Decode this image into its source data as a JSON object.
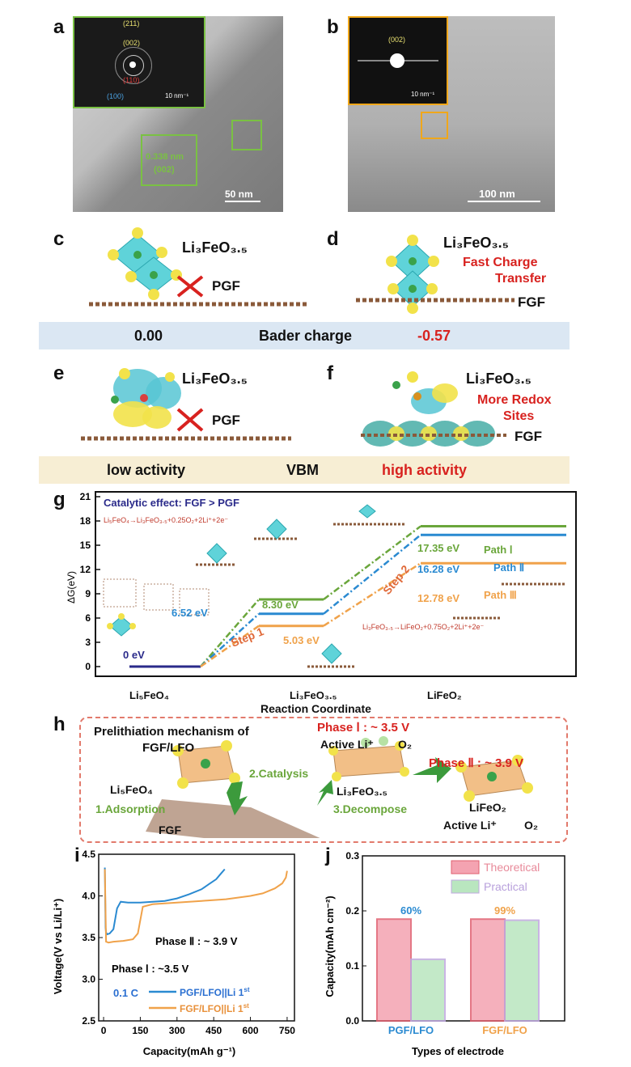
{
  "panels": {
    "a": {
      "label": "a",
      "scale": "50 nm",
      "lattice": "0.338 nm",
      "plane": "(002)",
      "saed": [
        "(211)",
        "(002)",
        "(110)",
        "(100)"
      ],
      "saed_scale": "10 nm⁻¹"
    },
    "b": {
      "label": "b",
      "scale": "100 nm",
      "saed": [
        "(002)"
      ],
      "saed_scale": "10 nm⁻¹"
    },
    "c": {
      "label": "c",
      "formula": "Li₃FeO₃.₅",
      "substrate": "PGF"
    },
    "d": {
      "label": "d",
      "formula": "Li₃FeO₃.₅",
      "note1": "Fast Charge",
      "note2": "Transfer",
      "substrate": "FGF"
    },
    "e": {
      "label": "e",
      "formula": "Li₃FeO₃.₅",
      "substrate": "PGF"
    },
    "f": {
      "label": "f",
      "formula": "Li₃FeO₃.₅",
      "note1": "More Redox",
      "note2": "Sites",
      "substrate": "FGF"
    },
    "g": {
      "label": "g"
    },
    "h": {
      "label": "h"
    },
    "i": {
      "label": "i"
    },
    "j": {
      "label": "j"
    }
  },
  "bader_band": {
    "left": "0.00",
    "center": "Bader charge",
    "right": "-0.57"
  },
  "vbm_band": {
    "left": "low activity",
    "center": "VBM",
    "right": "high activity"
  },
  "mechanism": {
    "title1": "Prelithiation mechanism of",
    "title2": "FGF/LFO",
    "phase1": "Phase Ⅰ : ~ 3.5 V",
    "phase2": "Phase Ⅱ : ~ 3.9 V",
    "active_li": "Active Li⁺",
    "o2": "O₂",
    "li5": "Li₅FeO₄",
    "li3": "Li₃FeO₃.₅",
    "lifeo2": "LiFeO₂",
    "step1": "1.Adsorption",
    "step2": "2.Catalysis",
    "step3": "3.Decompose",
    "fgf": "FGF"
  },
  "chart_data": [
    {
      "type": "line",
      "panel": "g",
      "title": "Catalytic effect: FGF > PGF",
      "xlabel": "Reaction Coordinate",
      "ylabel": "ΔG(eV)",
      "ylim": [
        0,
        21
      ],
      "yticks": [
        0,
        3,
        6,
        9,
        12,
        15,
        18,
        21
      ],
      "categories": [
        "Li₅FeO₄",
        "Li₃FeO₃.₅",
        "LiFeO₂"
      ],
      "series": [
        {
          "name": "Path Ⅰ",
          "color": "#6aa63b",
          "values": [
            0,
            8.3,
            17.35
          ]
        },
        {
          "name": "Path Ⅱ",
          "color": "#2a8ad1",
          "values": [
            0,
            6.52,
            16.28
          ]
        },
        {
          "name": "Path Ⅲ",
          "color": "#f0a24a",
          "values": [
            0,
            5.03,
            12.78
          ]
        }
      ],
      "labels": {
        "zero": "0 eV",
        "p1a": "8.30 eV",
        "p2a": "6.52 eV",
        "p3a": "5.03 eV",
        "p1b": "17.35 eV",
        "p2b": "16.28 eV",
        "p3b": "12.78 eV"
      },
      "annotations": {
        "step1": "Step 1",
        "step2": "Step 2",
        "eq1": "Li₅FeO₄→Li₃FeO₃.₅+0.25O₂+2Li⁺+2e⁻",
        "eq2": "Li₃FeO₃.₅→LiFeO₂+0.75O₂+2Li⁺+2e⁻"
      }
    },
    {
      "type": "line",
      "panel": "i",
      "xlabel": "Capacity(mAh g⁻¹)",
      "ylabel": "Voltage(V vs Li/Li⁺)",
      "xlim": [
        -20,
        780
      ],
      "ylim": [
        2.5,
        4.5
      ],
      "xticks": [
        0,
        150,
        300,
        450,
        600,
        750
      ],
      "yticks": [
        2.5,
        3.0,
        3.5,
        4.0,
        4.5
      ],
      "series": [
        {
          "name": "PGF/LFO||Li 1st",
          "color": "#2a8ad1",
          "x": [
            5,
            8,
            10,
            15,
            25,
            40,
            55,
            70,
            100,
            150,
            200,
            250,
            300,
            350,
            400,
            430,
            460,
            480,
            495
          ],
          "y": [
            4.34,
            3.62,
            3.56,
            3.54,
            3.55,
            3.6,
            3.85,
            3.93,
            3.92,
            3.92,
            3.93,
            3.94,
            3.97,
            4.02,
            4.08,
            4.14,
            4.2,
            4.27,
            4.32
          ]
        },
        {
          "name": "FGF/LFO||Li 1st",
          "color": "#f0a24a",
          "x": [
            5,
            10,
            20,
            40,
            80,
            120,
            140,
            160,
            200,
            300,
            400,
            500,
            600,
            650,
            700,
            730,
            745,
            750
          ],
          "y": [
            4.32,
            3.45,
            3.44,
            3.45,
            3.46,
            3.48,
            3.55,
            3.87,
            3.9,
            3.92,
            3.94,
            3.96,
            4.0,
            4.03,
            4.09,
            4.15,
            4.22,
            4.3
          ]
        }
      ],
      "annotations": {
        "phase2": "Phase Ⅱ : ~ 3.9 V",
        "phase1": "Phase Ⅰ : ~3.5 V",
        "rate": "0.1 C"
      },
      "legend_names": [
        "PGF/LFO||Li 1",
        "FGF/LFO||Li 1"
      ],
      "legend_sup": "st"
    },
    {
      "type": "bar",
      "panel": "j",
      "xlabel": "Types of electrode",
      "ylabel": "Capacity(mAh cm⁻²)",
      "ylim": [
        0,
        0.3
      ],
      "yticks": [
        0.0,
        0.1,
        0.2,
        0.3
      ],
      "categories": [
        "PGF/LFO",
        "FGF/LFO"
      ],
      "series": [
        {
          "name": "Theoretical",
          "color": "#f4a3b1",
          "values": [
            0.185,
            0.185
          ]
        },
        {
          "name": "Practical",
          "color": "#b9e6bf",
          "values": [
            0.112,
            0.183
          ]
        }
      ],
      "data_labels": [
        "60%",
        "99%"
      ],
      "legend": "top-right"
    }
  ]
}
